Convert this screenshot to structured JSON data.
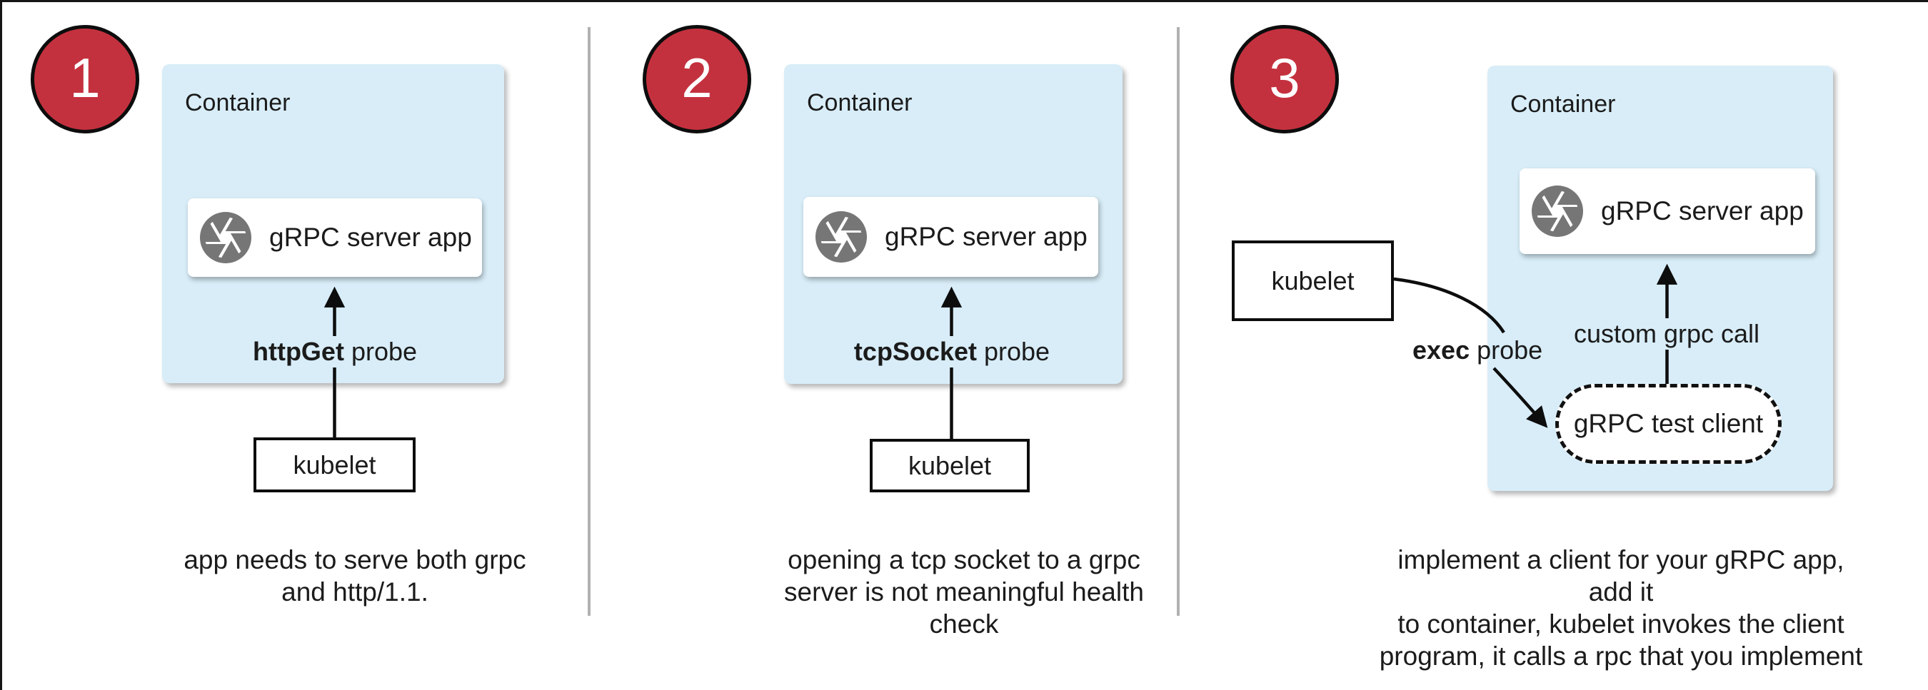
{
  "colors": {
    "accent_red": "#c4313e",
    "container_blue": "#d8edf8",
    "icon_gray": "#767676",
    "divider_gray": "#b1b1b1",
    "line_black": "#151515",
    "text_black": "#1b1b1b"
  },
  "panels": [
    {
      "number": "1",
      "container_label": "Container",
      "app_label": "gRPC server app",
      "app_icon": "aperture-icon",
      "probe_keyword": "httpGet",
      "probe_suffix": " probe",
      "kubelet_label": "kubelet",
      "caption": "app needs to serve both grpc\nand http/1.1."
    },
    {
      "number": "2",
      "container_label": "Container",
      "app_label": "gRPC server app",
      "app_icon": "aperture-icon",
      "probe_keyword": "tcpSocket",
      "probe_suffix": " probe",
      "kubelet_label": "kubelet",
      "caption": "opening a tcp socket to a grpc\nserver is not meaningful health\ncheck"
    },
    {
      "number": "3",
      "container_label": "Container",
      "app_label": "gRPC server app",
      "app_icon": "aperture-icon",
      "probe_keyword": "exec",
      "probe_suffix": " probe",
      "kubelet_label": "kubelet",
      "grpc_call_label": "custom grpc call",
      "test_client_label": "gRPC test client",
      "caption": "implement a client for your gRPC app, add it\nto container, kubelet invokes the client\nprogram, it calls a rpc that you implement"
    }
  ]
}
